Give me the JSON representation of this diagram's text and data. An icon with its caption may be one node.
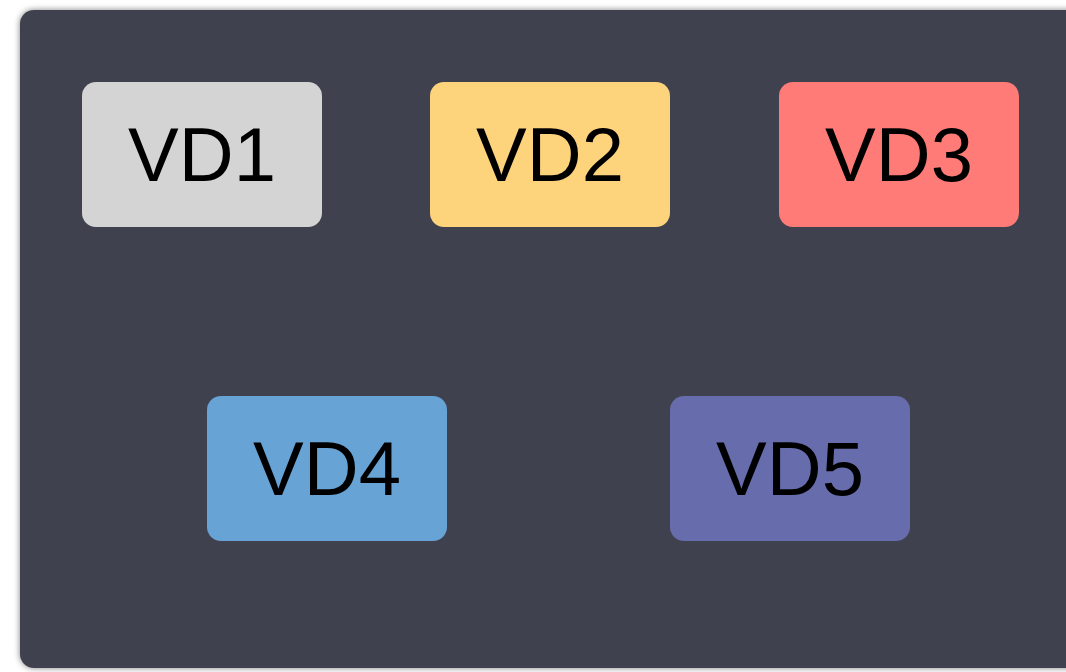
{
  "diagram": {
    "nodes": [
      {
        "text": [],
        "shape": "box"
      },
      {
        "text": [
          "VD1"
        ],
        "in": 0
      },
      {
        "text": [
          "VD2"
        ],
        "in": 0
      },
      {
        "text": [
          "VD3"
        ],
        "in": 0
      },
      {
        "text": [
          "VD4"
        ],
        "in": 0
      },
      {
        "text": [
          "VD5"
        ],
        "in": 0
      }
    ]
  }
}
